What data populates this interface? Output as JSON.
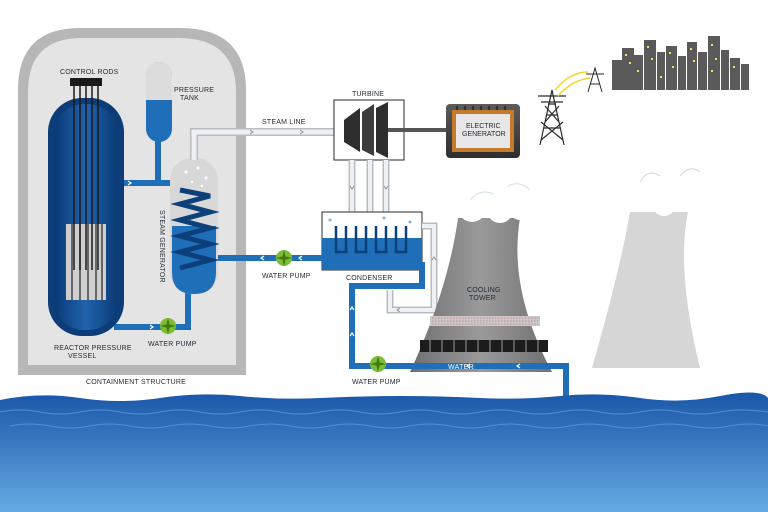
{
  "labels": {
    "control_rods": "CONTROL RODS",
    "pressure_tank_1": "PRESSURE",
    "pressure_tank_2": "TANK",
    "steam_line": "STEAM LINE",
    "turbine": "TURBINE",
    "electric_generator_1": "ELECTRIC",
    "electric_generator_2": "GENERATOR",
    "steam_generator": "STEAM GENERATOR",
    "water_pump_sg": "WATER PUMP",
    "condenser": "CONDENSER",
    "cooling_tower_1": "COOLING",
    "cooling_tower_2": "TOWER",
    "water_pump_reactor": "WATER PUMP",
    "reactor_vessel_1": "REACTOR PRESSURE",
    "reactor_vessel_2": "VESSEL",
    "containment": "CONTAINMENT STRUCTURE",
    "water": "WATER",
    "water_pump_river": "WATER PUMP"
  },
  "colors": {
    "containment_fill": "#cfcfcf",
    "containment_inner": "#e6e6e6",
    "primary_blue": "#1f6fb8",
    "dark_blue": "#0d3f7a",
    "light_blue": "#4f97d3",
    "steam_pipe": "#e9ecef",
    "generator_body": "#444444",
    "generator_accent": "#c77a2c",
    "tower": "#8a8a8a",
    "tower_ghost": "#d9d9d9",
    "pump_green": "#7dbb33",
    "river_top": "#1d5fb3",
    "river_bottom": "#5aa2de"
  }
}
